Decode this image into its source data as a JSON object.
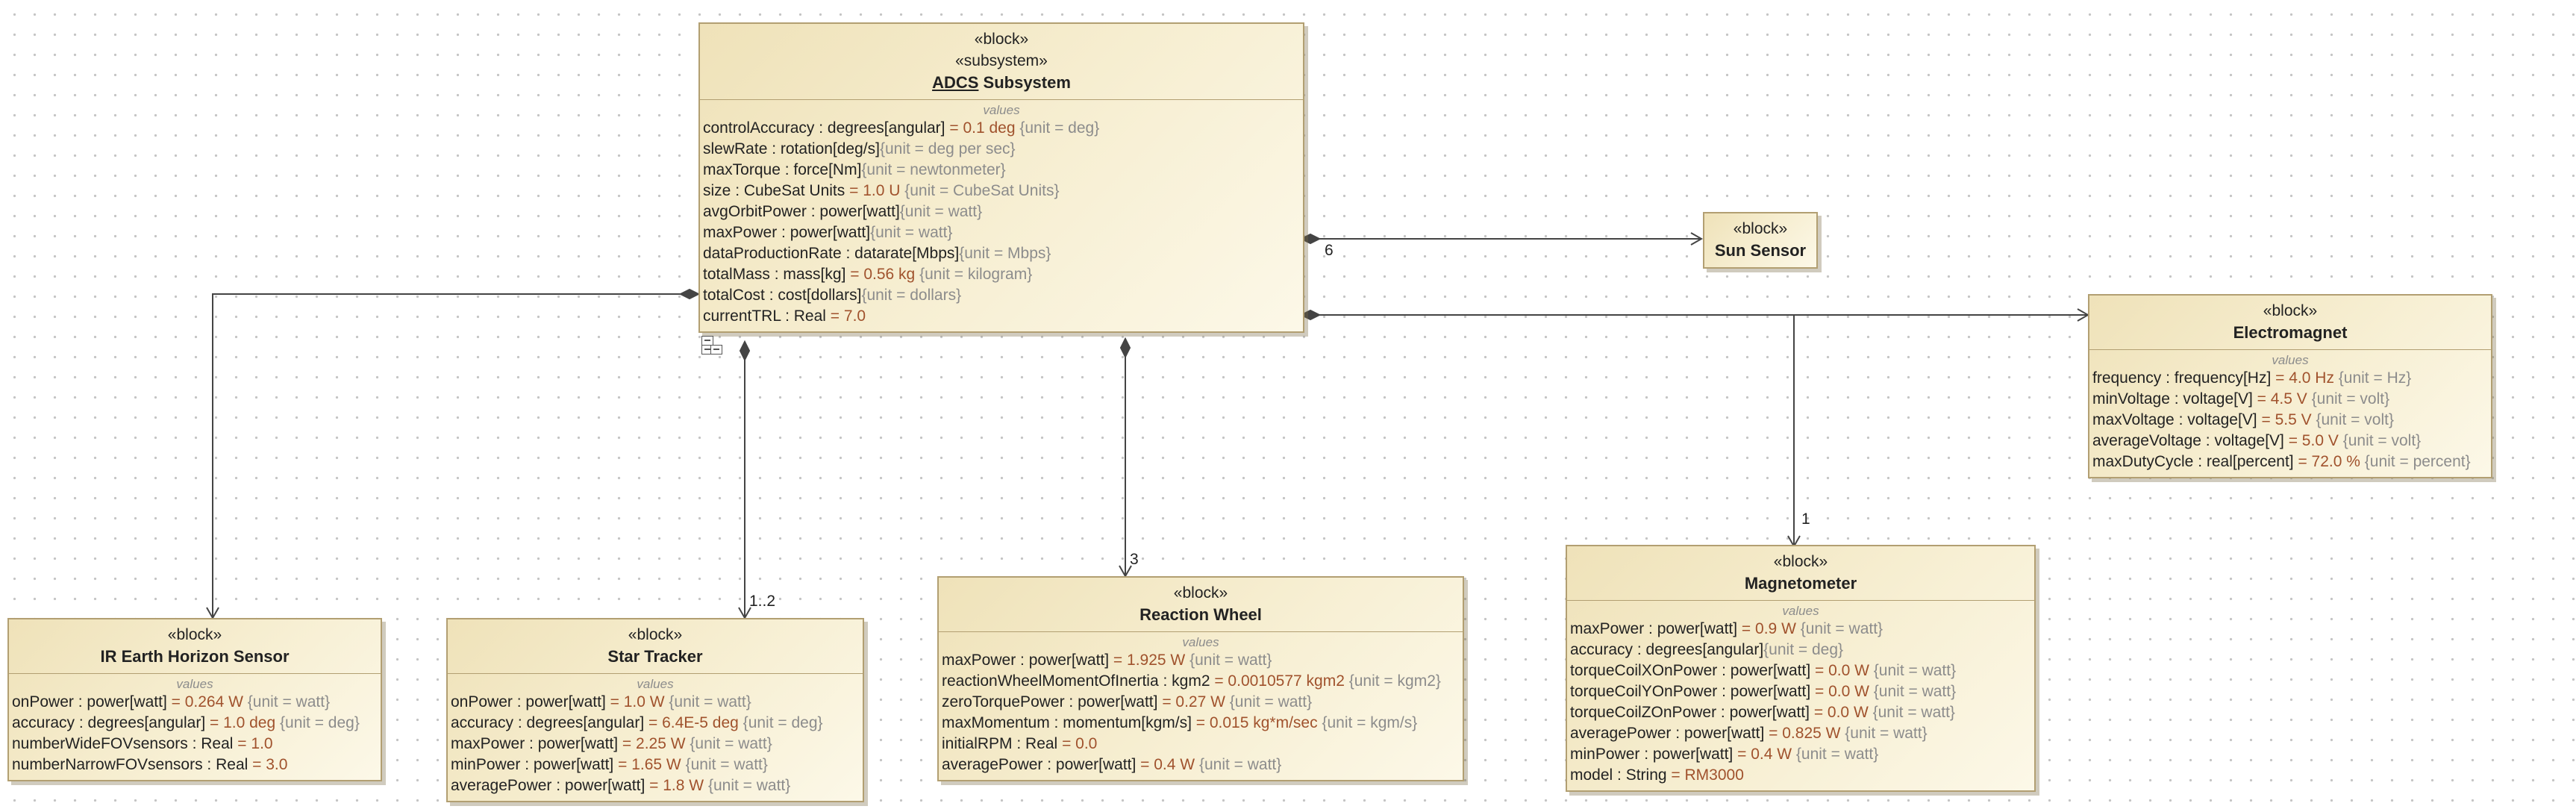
{
  "diagram": {
    "blocks": {
      "adcs": {
        "stereotypes": [
          "«block»",
          "«subsystem»"
        ],
        "name_underlined": "ADCS",
        "name_rest": " Subsystem",
        "compartment": "values",
        "properties": [
          {
            "name": "controlAccuracy",
            "type": " : degrees[angular]",
            "value": " = 0.1",
            "unit": " deg",
            "tag": " {unit = deg}"
          },
          {
            "name": "slewRate",
            "type": " : rotation[deg/s]",
            "value": "",
            "unit": "",
            "tag": "{unit = deg per sec}"
          },
          {
            "name": "maxTorque",
            "type": " : force[Nm]",
            "value": "",
            "unit": "",
            "tag": "{unit = newtonmeter}"
          },
          {
            "name": "size",
            "type": " : CubeSat Units",
            "value": " = 1.0",
            "unit": " U",
            "tag": " {unit = CubeSat Units}"
          },
          {
            "name": "avgOrbitPower",
            "type": " : power[watt]",
            "value": "",
            "unit": "",
            "tag": "{unit = watt}"
          },
          {
            "name": "maxPower",
            "type": " : power[watt]",
            "value": "",
            "unit": "",
            "tag": "{unit = watt}"
          },
          {
            "name": "dataProductionRate",
            "type": " : datarate[Mbps]",
            "value": "",
            "unit": "",
            "tag": "{unit = Mbps}"
          },
          {
            "name": "totalMass",
            "type": " : mass[kg]",
            "value": " = 0.56",
            "unit": " kg",
            "tag": " {unit = kilogram}"
          },
          {
            "name": "totalCost",
            "type": " : cost[dollars]",
            "value": "",
            "unit": "",
            "tag": "{unit = dollars}"
          },
          {
            "name": "currentTRL",
            "type": " : Real",
            "value": " = 7.0",
            "unit": "",
            "tag": ""
          }
        ]
      },
      "sun_sensor": {
        "stereotypes": [
          "«block»"
        ],
        "name": "Sun Sensor"
      },
      "electromagnet": {
        "stereotypes": [
          "«block»"
        ],
        "name": "Electromagnet",
        "compartment": "values",
        "properties": [
          {
            "name": "frequency",
            "type": " : frequency[Hz]",
            "value": " = 4.0",
            "unit": " Hz",
            "tag": " {unit = Hz}"
          },
          {
            "name": "minVoltage",
            "type": " : voltage[V]",
            "value": " = 4.5",
            "unit": " V",
            "tag": " {unit = volt}"
          },
          {
            "name": "maxVoltage",
            "type": " : voltage[V]",
            "value": " = 5.5",
            "unit": " V",
            "tag": " {unit = volt}"
          },
          {
            "name": "averageVoltage",
            "type": " : voltage[V]",
            "value": " = 5.0",
            "unit": " V",
            "tag": " {unit = volt}"
          },
          {
            "name": "maxDutyCycle",
            "type": " : real[percent]",
            "value": " = 72.0",
            "unit": " %",
            "tag": " {unit = percent}"
          }
        ]
      },
      "ir_sensor": {
        "stereotypes": [
          "«block»"
        ],
        "name": "IR Earth Horizon Sensor",
        "compartment": "values",
        "properties": [
          {
            "name": "onPower",
            "type": " : power[watt]",
            "value": " = 0.264",
            "unit": " W",
            "tag": " {unit = watt}"
          },
          {
            "name": "accuracy",
            "type": " : degrees[angular]",
            "value": " = 1.0",
            "unit": " deg",
            "tag": " {unit = deg}"
          },
          {
            "name": "numberWideFOVsensors",
            "type": " : Real",
            "value": " = 1.0",
            "unit": "",
            "tag": ""
          },
          {
            "name": "numberNarrowFOVsensors",
            "type": " : Real",
            "value": " = 3.0",
            "unit": "",
            "tag": ""
          }
        ]
      },
      "star_tracker": {
        "stereotypes": [
          "«block»"
        ],
        "name": "Star Tracker",
        "compartment": "values",
        "properties": [
          {
            "name": "onPower",
            "type": " : power[watt]",
            "value": " = 1.0",
            "unit": " W",
            "tag": " {unit = watt}"
          },
          {
            "name": "accuracy",
            "type": " : degrees[angular]",
            "value": " = 6.4E-5",
            "unit": " deg",
            "tag": " {unit = deg}"
          },
          {
            "name": "maxPower",
            "type": " : power[watt]",
            "value": " = 2.25",
            "unit": " W",
            "tag": " {unit = watt}"
          },
          {
            "name": "minPower",
            "type": " : power[watt]",
            "value": " = 1.65",
            "unit": " W",
            "tag": " {unit = watt}"
          },
          {
            "name": "averagePower",
            "type": " : power[watt]",
            "value": " = 1.8",
            "unit": " W",
            "tag": " {unit = watt}"
          }
        ]
      },
      "reaction_wheel": {
        "stereotypes": [
          "«block»"
        ],
        "name": "Reaction Wheel",
        "compartment": "values",
        "properties": [
          {
            "name": "maxPower",
            "type": " : power[watt]",
            "value": " = 1.925",
            "unit": " W",
            "tag": " {unit = watt}"
          },
          {
            "name": "reactionWheelMomentOfInertia",
            "type": " : kgm2",
            "value": " = 0.0010577",
            "unit": " kgm2",
            "tag": " {unit = kgm2}"
          },
          {
            "name": "zeroTorquePower",
            "type": " : power[watt]",
            "value": " = 0.27",
            "unit": " W",
            "tag": " {unit = watt}"
          },
          {
            "name": "maxMomentum",
            "type": " : momentum[kgm/s]",
            "value": " = 0.015",
            "unit": " kg*m/sec",
            "tag": " {unit = kgm/s}"
          },
          {
            "name": "initialRPM",
            "type": " : Real",
            "value": " = 0.0",
            "unit": "",
            "tag": ""
          },
          {
            "name": "averagePower",
            "type": " : power[watt]",
            "value": " = 0.4",
            "unit": " W",
            "tag": " {unit = watt}"
          }
        ]
      },
      "magnetometer": {
        "stereotypes": [
          "«block»"
        ],
        "name": "Magnetometer",
        "compartment": "values",
        "properties": [
          {
            "name": "maxPower",
            "type": " : power[watt]",
            "value": " = 0.9",
            "unit": " W",
            "tag": " {unit = watt}"
          },
          {
            "name": "accuracy",
            "type": " : degrees[angular]",
            "value": "",
            "unit": "",
            "tag": "{unit = deg}"
          },
          {
            "name": "torqueCoilXOnPower",
            "type": " : power[watt]",
            "value": " = 0.0",
            "unit": " W",
            "tag": " {unit = watt}"
          },
          {
            "name": "torqueCoilYOnPower",
            "type": " : power[watt]",
            "value": " = 0.0",
            "unit": " W",
            "tag": " {unit = watt}"
          },
          {
            "name": "torqueCoilZOnPower",
            "type": " : power[watt]",
            "value": " = 0.0",
            "unit": " W",
            "tag": " {unit = watt}"
          },
          {
            "name": "averagePower",
            "type": " : power[watt]",
            "value": " = 0.825",
            "unit": " W",
            "tag": " {unit = watt}"
          },
          {
            "name": "minPower",
            "type": " : power[watt]",
            "value": " = 0.4",
            "unit": " W",
            "tag": " {unit = watt}"
          },
          {
            "name": "model",
            "type": " : String",
            "value": " = RM3000",
            "unit": "",
            "tag": ""
          }
        ]
      }
    },
    "multiplicities": {
      "sun_sensor": "6",
      "star_tracker": "1..2",
      "reaction_wheel": "3",
      "magnetometer": "1"
    },
    "colors": {
      "block_fill": "#f3e8c6",
      "block_border": "#b29f72",
      "value_text": "#a0522d",
      "unit_text": "#8c8c8c",
      "connector": "#444444"
    }
  }
}
